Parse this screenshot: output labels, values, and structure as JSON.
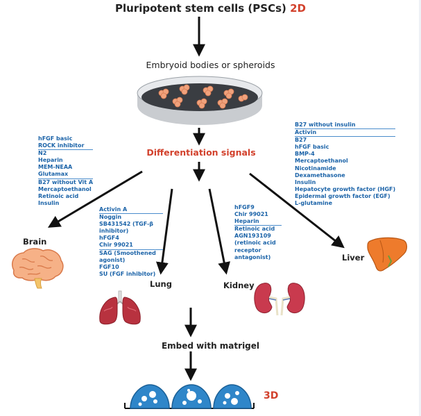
{
  "header": {
    "title": "Pluripotent stem cells (PSCs)",
    "title_accent": "2D"
  },
  "embryoid_label": "Embryoid bodies or spheroids",
  "differentiation_label": "Differentiation signals",
  "embed_label": "Embed with matrigel",
  "label_3d": "3D",
  "organs": {
    "brain": "Brain",
    "lung": "Lung",
    "kidney": "Kidney",
    "liver": "Liver"
  },
  "brain_factors": [
    "hFGF basic",
    "ROCK inhibitor",
    "N2",
    "Heparin",
    "MEM-NEAA",
    "Glutamax",
    "B27 without Vit A",
    "Mercaptoethanol",
    "Retinoic acid",
    "Insulin"
  ],
  "lung_factors": [
    "Activin A",
    "Noggin",
    "SB431542 (TGF-β inhibitor)",
    "hFGF4",
    "Chir 99021",
    "SAG (Smoothened agonist)",
    "FGF10",
    "SU (FGF inhibitor)"
  ],
  "kidney_factors": [
    "hFGF9",
    "Chir 99021",
    "Heparin",
    "Retinoic acid",
    "AGN193109 (retinoic acid receptor antagonist)"
  ],
  "liver_factors": [
    "B27 without insulin",
    "Activin",
    "B27",
    "hFGF basic",
    "BMP-4",
    "Mercaptoethanol",
    "Nicotinamide",
    "Dexamethasone",
    "Insulin",
    "Hepatocyte growth factor (HGF)",
    "Epidermal growth factor (EGF)",
    "L-glutamine"
  ],
  "colors": {
    "accent_red": "#d2412c",
    "factor_blue": "#1b63a8",
    "organoid_blue": "#2f86c9"
  }
}
